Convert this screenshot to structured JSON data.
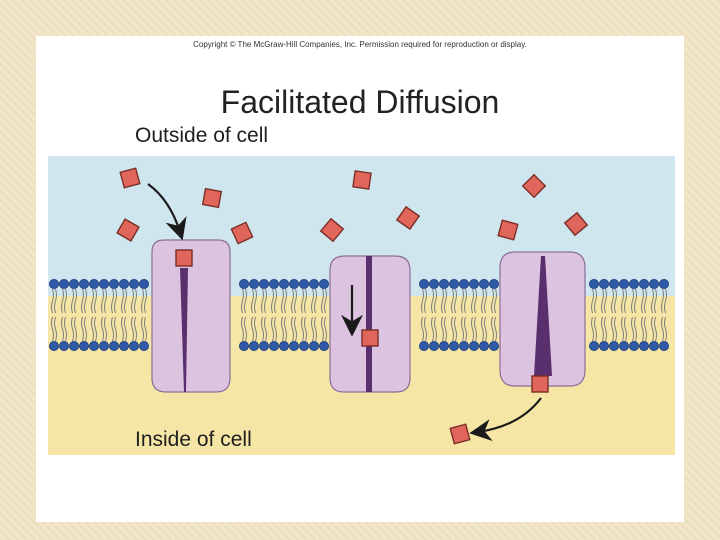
{
  "copyright": "Copyright © The McGraw-Hill Companies, Inc. Permission required for reproduction or display.",
  "title": "Facilitated Diffusion",
  "labels": {
    "outside": "Outside of cell",
    "inside": "Inside of cell"
  },
  "colors": {
    "outside_fluid": "#cfe6ef",
    "inside_fluid": "#f6e6a6",
    "phospholipid_head": "#2f5aa8",
    "protein": "#dcc3df",
    "channel": "#5a2f6e",
    "molecule": "#e0655b",
    "frame": "#f1e6c8"
  }
}
